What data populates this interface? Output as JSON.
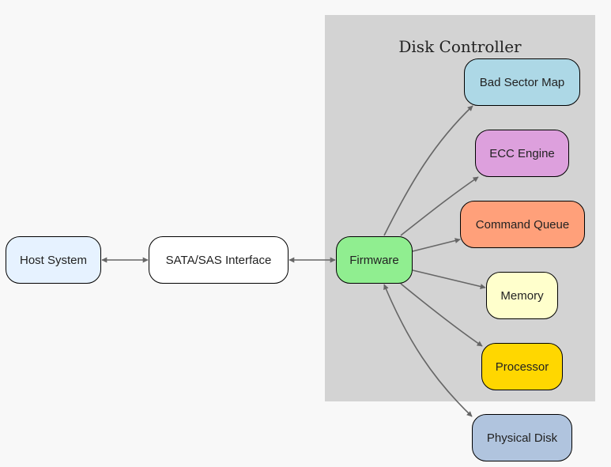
{
  "cluster": {
    "title": "Disk Controller",
    "color": "#d3d3d3"
  },
  "nodes": {
    "host": {
      "label": "Host System",
      "fill": "#e6f2ff"
    },
    "sata": {
      "label": "SATA/SAS Interface",
      "fill": "#ffffff"
    },
    "firmware": {
      "label": "Firmware",
      "fill": "#90ee90"
    },
    "bad_sector": {
      "label": "Bad Sector Map",
      "fill": "#add8e6"
    },
    "ecc": {
      "label": "ECC Engine",
      "fill": "#dda0dd"
    },
    "command_queue": {
      "label": "Command Queue",
      "fill": "#ffa07a"
    },
    "memory": {
      "label": "Memory",
      "fill": "#ffffcc"
    },
    "processor": {
      "label": "Processor",
      "fill": "#ffd700"
    },
    "physical_disk": {
      "label": "Physical Disk",
      "fill": "#b0c4de"
    }
  },
  "edge_color": "#666666"
}
